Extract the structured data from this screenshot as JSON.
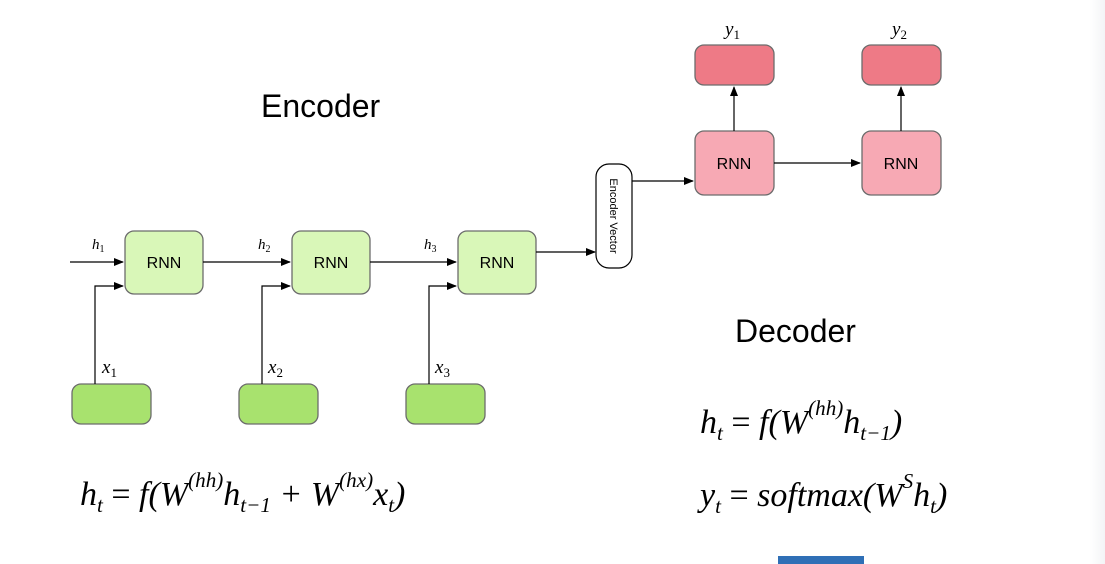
{
  "encoder": {
    "title": "Encoder",
    "cells": [
      {
        "label": "RNN",
        "hidden": "h",
        "hidden_sub": "1",
        "input": "x",
        "input_sub": "1"
      },
      {
        "label": "RNN",
        "hidden": "h",
        "hidden_sub": "2",
        "input": "x",
        "input_sub": "2"
      },
      {
        "label": "RNN",
        "hidden": "h",
        "hidden_sub": "3",
        "input": "x",
        "input_sub": "3"
      }
    ],
    "vector_label": "Encoder Vector",
    "equation": {
      "lhs": "h",
      "lhs_sub": "t",
      "eq": "=",
      "f_open": "f(W",
      "sup1": "(hh)",
      "h": "h",
      "sub1": "t−1",
      "plus": " + W",
      "sup2": "(hx)",
      "x": "x",
      "sub2": "t",
      "close": ")"
    }
  },
  "decoder": {
    "title": "Decoder",
    "cells": [
      {
        "label": "RNN",
        "output": "y",
        "output_sub": "1"
      },
      {
        "label": "RNN",
        "output": "y",
        "output_sub": "2"
      }
    ],
    "equation1": {
      "lhs": "h",
      "lhs_sub": "t",
      "eq": "=",
      "f_open": "f(W",
      "sup": "(hh)",
      "h": "h",
      "sub": "t−1",
      "close": ")"
    },
    "equation2": {
      "lhs": "y",
      "lhs_sub": "t",
      "eq": "=",
      "f_open": "softmax(W",
      "sup": "S",
      "h": "h",
      "sub": "t",
      "close": ")"
    }
  },
  "colors": {
    "encoder_fill": "#d9f7b8",
    "encoder_stroke": "#6c6c6c",
    "input_fill": "#a8e26e",
    "decoder_fill": "#f7a9b4",
    "output_fill": "#ee7a86",
    "accent_bar": "#2f6fb6"
  }
}
